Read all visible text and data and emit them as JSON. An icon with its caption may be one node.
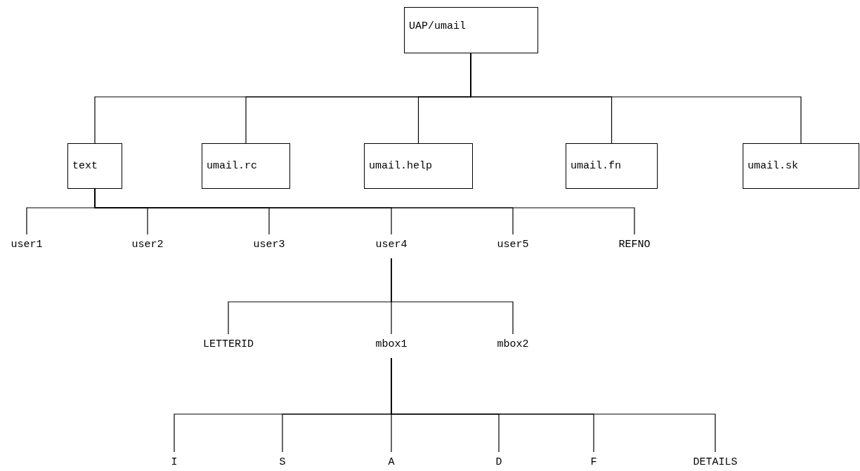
{
  "diagram": {
    "nodes": [
      {
        "text": [
          "UAP/umail"
        ]
      },
      {
        "text": [
          "text"
        ]
      },
      {
        "text": [
          "umail.rc"
        ]
      },
      {
        "text": [
          "umail.help"
        ]
      },
      {
        "text": [
          "umail.fn"
        ]
      },
      {
        "text": [
          "umail.sk"
        ]
      },
      {
        "text": [
          "user1"
        ]
      },
      {
        "text": [
          "user2"
        ]
      },
      {
        "text": [
          "user3"
        ]
      },
      {
        "text": [
          "user4"
        ]
      },
      {
        "text": [
          "user5"
        ]
      },
      {
        "text": [
          "REFNO"
        ]
      },
      {
        "text": [
          "LETTERID"
        ]
      },
      {
        "text": [
          "mbox1"
        ]
      },
      {
        "text": [
          "mbox2"
        ]
      },
      {
        "text": [
          "I"
        ]
      },
      {
        "text": [
          "S"
        ]
      },
      {
        "text": [
          "A"
        ]
      },
      {
        "text": [
          "D"
        ]
      },
      {
        "text": [
          "F"
        ]
      },
      {
        "text": [
          "DETAILS"
        ]
      }
    ],
    "edges": [
      {
        "from": 0,
        "to": 1,
        "arrow": "none"
      },
      {
        "from": 0,
        "to": 2,
        "arrow": "none"
      },
      {
        "from": 0,
        "to": 3,
        "arrow": "none"
      },
      {
        "from": 0,
        "to": 4,
        "arrow": "none"
      },
      {
        "from": 0,
        "to": 5,
        "arrow": "none"
      },
      {
        "from": 1,
        "to": 6,
        "arrow": "none"
      },
      {
        "from": 1,
        "to": 7,
        "arrow": "none"
      },
      {
        "from": 1,
        "to": 8,
        "arrow": "none"
      },
      {
        "from": 1,
        "to": 9,
        "arrow": "none"
      },
      {
        "from": 1,
        "to": 10,
        "arrow": "none"
      },
      {
        "from": 1,
        "to": 11,
        "arrow": "none"
      },
      {
        "from": 9,
        "to": 12,
        "arrow": "none"
      },
      {
        "from": 9,
        "to": 13,
        "arrow": "none"
      },
      {
        "from": 9,
        "to": 14,
        "arrow": "none"
      },
      {
        "from": 13,
        "to": 15,
        "arrow": "none"
      },
      {
        "from": 13,
        "to": 16,
        "arrow": "none"
      },
      {
        "from": 13,
        "to": 17,
        "arrow": "none"
      },
      {
        "from": 13,
        "to": 18,
        "arrow": "none"
      },
      {
        "from": 13,
        "to": 19,
        "arrow": "none"
      },
      {
        "from": 13,
        "to": 20,
        "arrow": "none"
      }
    ]
  }
}
